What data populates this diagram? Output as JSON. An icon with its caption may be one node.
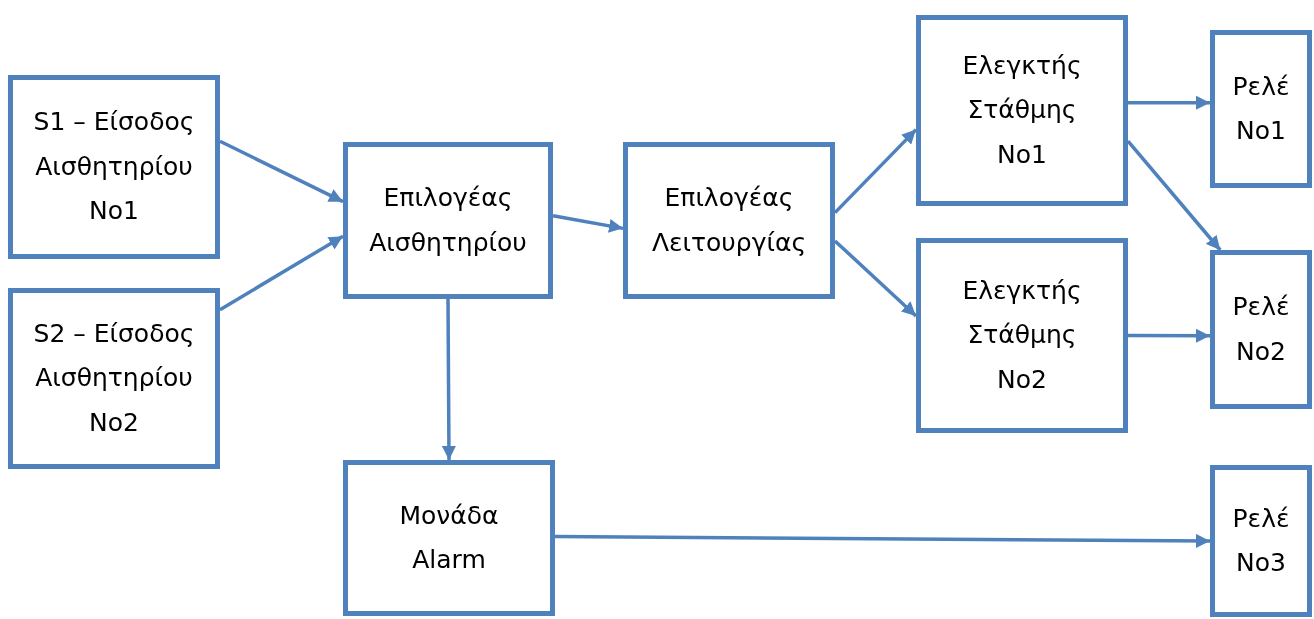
{
  "diagram": {
    "nodes": [
      {
        "text": [
          "S1 – Είσοδος Αισθητηρίου No1"
        ]
      },
      {
        "text": [
          "S2 – Είσοδος Αισθητηρίου No2"
        ]
      },
      {
        "text": [
          "Επιλογέας Αισθητηρίου"
        ]
      },
      {
        "text": [
          "Μονάδα Alarm"
        ]
      },
      {
        "text": [
          "Επιλογέας Λειτουργίας"
        ]
      },
      {
        "text": [
          "Ελεγκτής Στάθμης No1"
        ]
      },
      {
        "text": [
          "Ελεγκτής Στάθμης No2"
        ]
      },
      {
        "text": [
          "Ρελέ No1"
        ]
      },
      {
        "text": [
          "Ρελέ No2"
        ]
      },
      {
        "text": [
          "Ρελέ No3"
        ]
      }
    ],
    "edges": [
      {
        "from": 0,
        "to": 2,
        "arrow": "to"
      },
      {
        "from": 1,
        "to": 2,
        "arrow": "to"
      },
      {
        "from": 2,
        "to": 4,
        "arrow": "to"
      },
      {
        "from": 2,
        "to": 3,
        "arrow": "to"
      },
      {
        "from": 4,
        "to": 5,
        "arrow": "to"
      },
      {
        "from": 4,
        "to": 6,
        "arrow": "to"
      },
      {
        "from": 5,
        "to": 7,
        "arrow": "to"
      },
      {
        "from": 5,
        "to": 8,
        "arrow": "to"
      },
      {
        "from": 6,
        "to": 8,
        "arrow": "to"
      },
      {
        "from": 3,
        "to": 9,
        "arrow": "to"
      }
    ]
  }
}
